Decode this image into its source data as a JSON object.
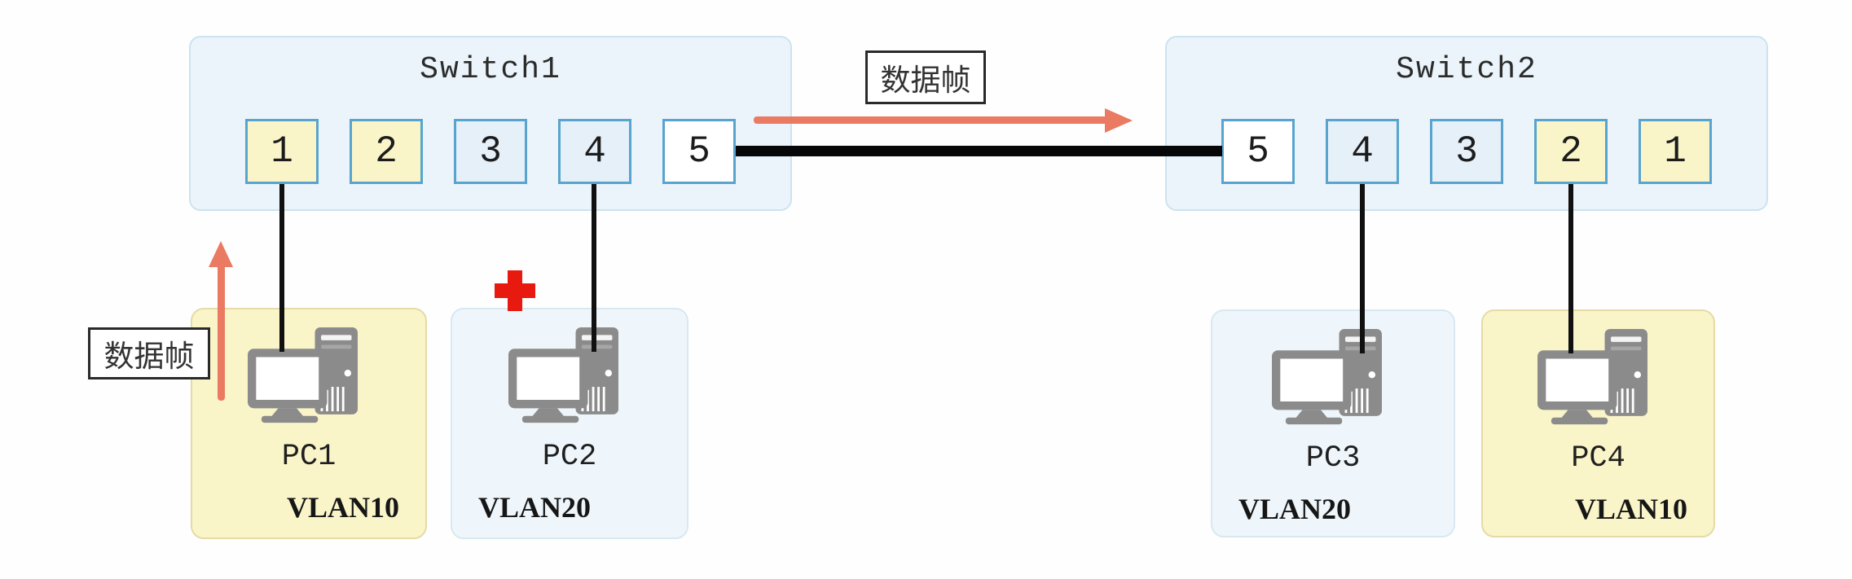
{
  "switches": [
    {
      "title": "Switch1",
      "ports": [
        {
          "label": "1",
          "color": "#faf5c8"
        },
        {
          "label": "2",
          "color": "#faf5c8"
        },
        {
          "label": "3",
          "color": "#e6f0f9"
        },
        {
          "label": "4",
          "color": "#e6f0f9"
        },
        {
          "label": "5",
          "color": "#ffffff"
        }
      ]
    },
    {
      "title": "Switch2",
      "ports": [
        {
          "label": "5",
          "color": "#ffffff"
        },
        {
          "label": "4",
          "color": "#e6f0f9"
        },
        {
          "label": "3",
          "color": "#e6f0f9"
        },
        {
          "label": "2",
          "color": "#faf5c8"
        },
        {
          "label": "1",
          "color": "#faf5c8"
        }
      ]
    }
  ],
  "pcs": [
    {
      "name": "PC1",
      "vlan": "VLAN10",
      "fill": "#faf4c9",
      "border": "#e4dba6"
    },
    {
      "name": "PC2",
      "vlan": "VLAN20",
      "fill": "#eef6fb",
      "border": "#d9e8f1"
    },
    {
      "name": "PC3",
      "vlan": "VLAN20",
      "fill": "#eef6fb",
      "border": "#d9e8f1"
    },
    {
      "name": "PC4",
      "vlan": "VLAN10",
      "fill": "#faf4c9",
      "border": "#e4dba6"
    }
  ],
  "labels": {
    "trunk_frame": "数据帧",
    "pc1_frame": "数据帧"
  },
  "icons": {
    "pc": "desktop-computer-icon",
    "blocked": "red-cross-icon",
    "flow_right": "right-arrow-icon",
    "flow_up": "up-arrow-icon"
  },
  "colors": {
    "arrow_salmon": "#ea7a62",
    "cross_red": "#e8190f",
    "cable_black": "#101010",
    "trunk_black": "#070707",
    "port_border_blue": "#58a4ce",
    "switch_fill": "#eaf4fa",
    "switch_border": "#cde3ef",
    "vlan10_port_yellow": "#faf5c8",
    "vlan20_port_blue": "#e6f0f9",
    "trunk_port_white": "#ffffff"
  }
}
